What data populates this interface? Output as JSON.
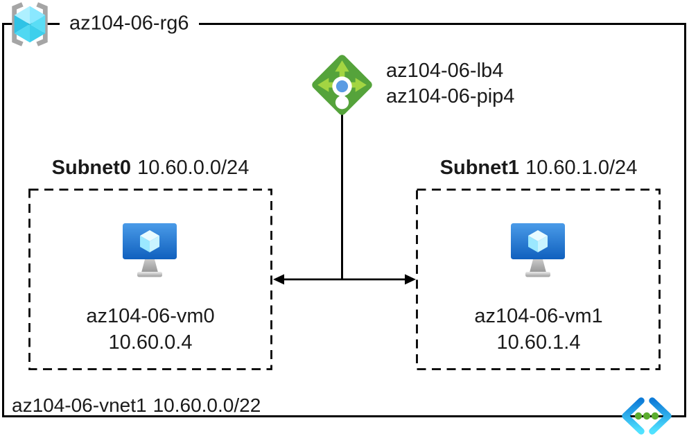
{
  "resource_group": {
    "name": "az104-06-rg6"
  },
  "load_balancer": {
    "name": "az104-06-lb4",
    "public_ip_name": "az104-06-pip4"
  },
  "subnets": [
    {
      "name": "Subnet0",
      "address_range": "10.60.0.0/24",
      "vm": {
        "name": "az104-06-vm0",
        "ip": "10.60.0.4"
      }
    },
    {
      "name": "Subnet1",
      "address_range": "10.60.1.0/24",
      "vm": {
        "name": "az104-06-vm1",
        "ip": "10.60.1.4"
      }
    }
  ],
  "vnet": {
    "name": "az104-06-vnet1",
    "address_range": "10.60.0.0/22"
  },
  "icons": {
    "top_left": "resource-group-icon",
    "center_top": "load-balancer-icon",
    "inside_subnets": "virtual-machine-icon",
    "bottom_right": "virtual-network-icon"
  },
  "colors": {
    "line_black": "#000000",
    "lb_diamond_green": "#55A33B",
    "lb_arrow_green": "#A3D542",
    "lb_dot_blue": "#5B9CE3",
    "vm_screen_blue_top": "#4A9BE8",
    "vm_screen_blue_bottom": "#1060BE",
    "cube_cyan": "#50E6FF",
    "vnet_chevron_blue": "#0E7CD8",
    "vnet_chevron_cyan": "#50E2FF",
    "vnet_dot_green": "#5BAD2F",
    "bracket_gray": "#A5A5A5"
  }
}
